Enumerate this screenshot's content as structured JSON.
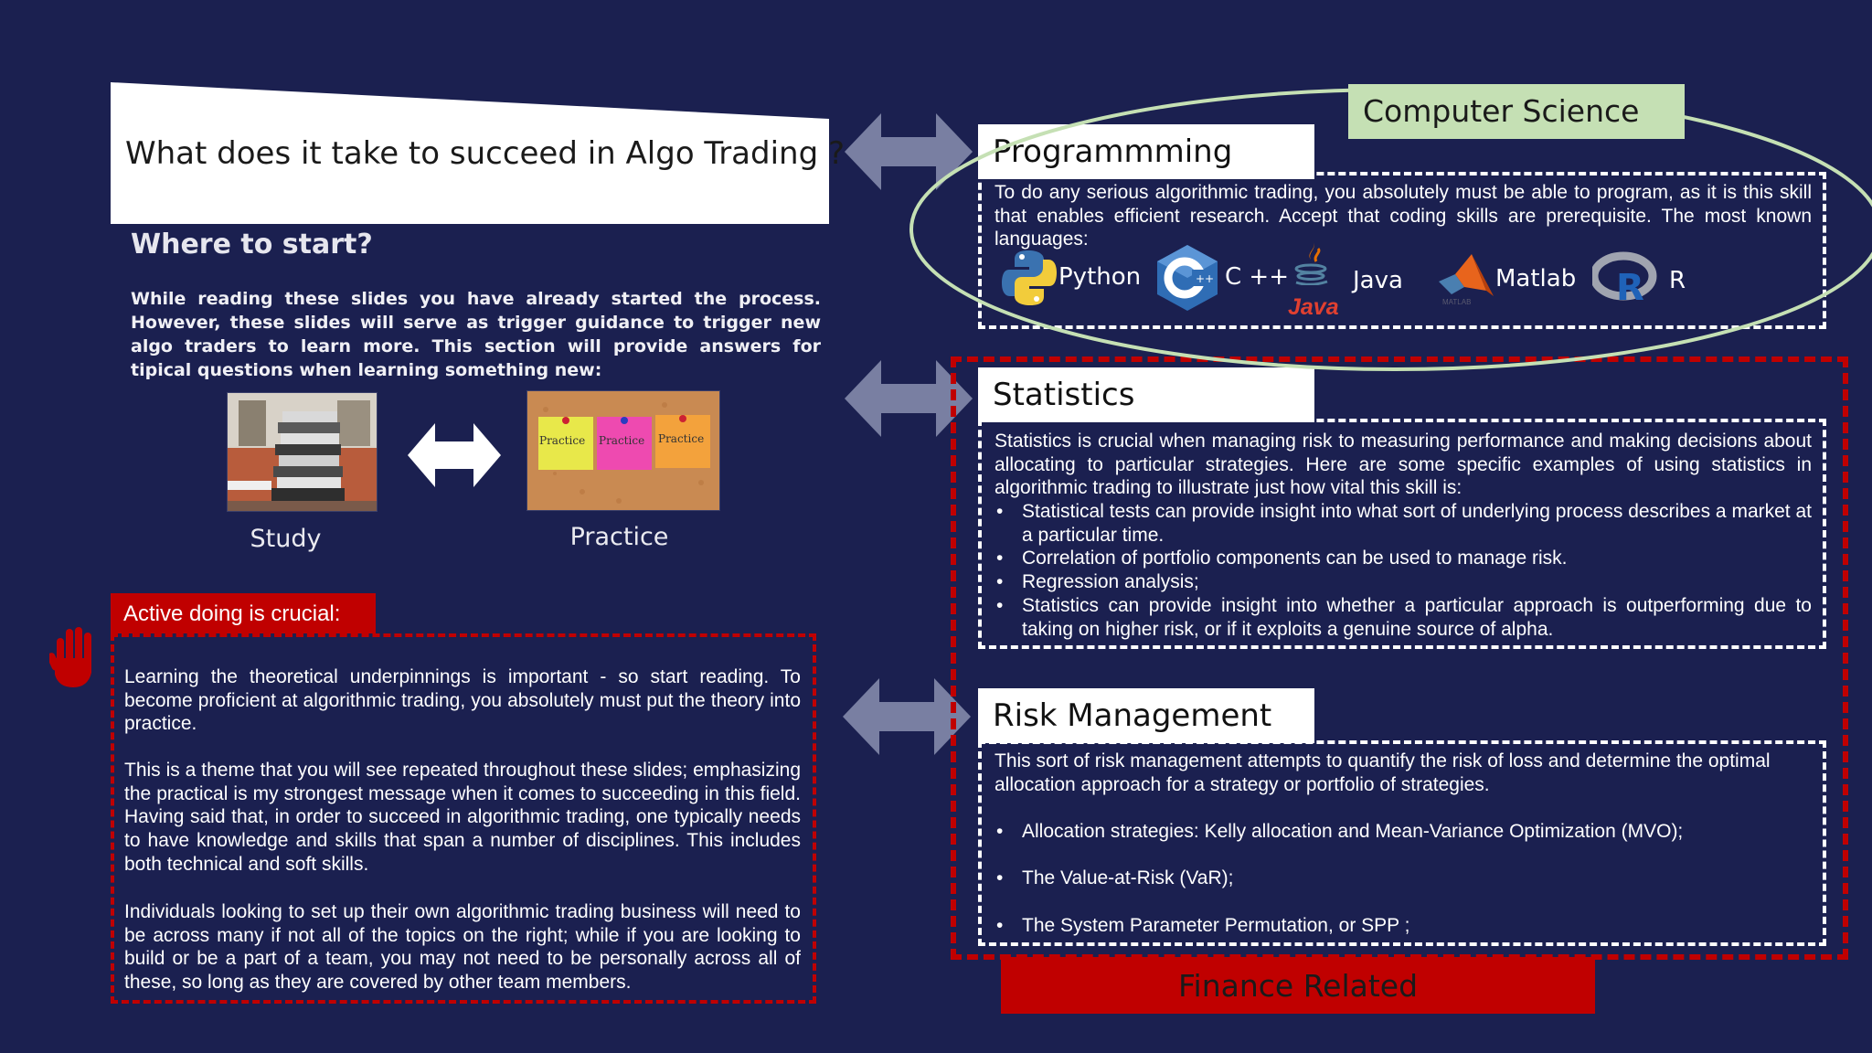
{
  "title": "What does it take to succeed in Algo Trading ?",
  "subtitle": "Where to start?",
  "intro": "While reading these slides you have already started the process. However, these slides will serve as trigger guidance to trigger new algo traders to learn more. This section will provide answers for tipical questions when learning something new:",
  "study_label": "Study",
  "practice_label": "Practice",
  "practice_notes": [
    "Practice",
    "Practice",
    "Practice"
  ],
  "active": {
    "heading": "Active doing is crucial:",
    "paragraphs": [
      "Learning the theoretical underpinnings is important - so start reading. To become proficient at algorithmic trading, you absolutely must put the theory into practice.",
      "This is a theme that you will see repeated throughout these slides; emphasizing the practical is my strongest message when it comes to succeeding in this field. Having said that, in order to succeed in algorithmic trading, one typically needs to have knowledge and skills that span a number of disciplines. This includes both technical and soft skills.",
      "Individuals looking to set up their own algorithmic trading business will need to be across many if not all of the topics on the right; while if you are looking to build or be a part of a team, you may not need to be personally across all of these, so long as they are covered by other team members."
    ]
  },
  "computer_science_label": "Computer Science",
  "finance_label": "Finance Related",
  "programming": {
    "heading": "Programmming",
    "text": "To do any serious algorithmic trading, you absolutely must be able to program, as it is this skill that enables efficient research. Accept that coding skills are prerequisite. The most known languages:",
    "languages": {
      "python": "Python",
      "cpp": "C ++",
      "java": "Java",
      "java_logo": "Java",
      "matlab": "Matlab",
      "r": "R",
      "r_logo": "R",
      "matlab_logo_text": "MATLAB"
    }
  },
  "statistics": {
    "heading": "Statistics",
    "text": "Statistics is crucial when managing risk to measuring performance and making decisions about allocating to particular strategies. Here are some specific examples of using statistics in algorithmic trading to illustrate just how vital this skill is:",
    "bullets": [
      "Statistical tests can provide insight into what sort of underlying process describes a market at a particular time.",
      "Correlation of portfolio components can be used to manage risk.",
      "Regression analysis;",
      "Statistics can provide insight into whether a particular approach is outperforming due to taking on higher risk, or if it exploits a genuine source of alpha."
    ]
  },
  "risk": {
    "heading": "Risk Management",
    "text": "This sort of risk management attempts to quantify the risk of loss and determine the optimal allocation approach for a strategy or portfolio of strategies.",
    "bullets": [
      "Allocation strategies: Kelly allocation and Mean-Variance Optimization (MVO);",
      "The Value-at-Risk (VaR);",
      "The System Parameter Permutation, or SPP ;"
    ]
  },
  "colors": {
    "background": "#1b2050",
    "accent_red": "#c00000",
    "accent_green": "#c5e0b4",
    "arrow": "#8a90b0"
  }
}
